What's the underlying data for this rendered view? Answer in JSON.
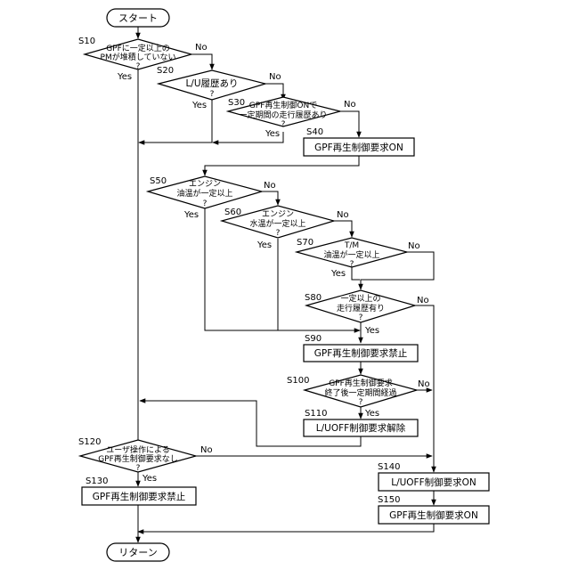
{
  "start": "スタート",
  "end": "リターン",
  "yes": "Yes",
  "no": "No",
  "s10": {
    "id": "S10",
    "line1": "GPFに一定以上の",
    "line2": "PMが堆積していない",
    "q": "?"
  },
  "s20": {
    "id": "S20",
    "line1": "L/U履歴あり",
    "q": "?"
  },
  "s30": {
    "id": "S30",
    "line1": "GPF再生制御ONで",
    "line2": "一定期間の走行履歴あり",
    "q": "?"
  },
  "s40": {
    "id": "S40",
    "text": "GPF再生制御要求ON"
  },
  "s50": {
    "id": "S50",
    "line1": "エンジン",
    "line2": "油温が一定以上",
    "q": "?"
  },
  "s60": {
    "id": "S60",
    "line1": "エンジン",
    "line2": "水温が一定以上",
    "q": "?"
  },
  "s70": {
    "id": "S70",
    "line1": "T/M",
    "line2": "油温が一定以上",
    "q": "?"
  },
  "s80": {
    "id": "S80",
    "line1": "一定以上の",
    "line2": "走行履歴有り",
    "q": "?"
  },
  "s90": {
    "id": "S90",
    "text": "GPF再生制御要求禁止"
  },
  "s100": {
    "id": "S100",
    "line1": "GPF再生制御要求",
    "line2": "終了後一定期間経過",
    "q": "?"
  },
  "s110": {
    "id": "S110",
    "text": "L/UOFF制御要求解除"
  },
  "s120": {
    "id": "S120",
    "line1": "ユーザ操作による",
    "line2": "GPF再生制御要求なし",
    "q": "?"
  },
  "s130": {
    "id": "S130",
    "text": "GPF再生制御要求禁止"
  },
  "s140": {
    "id": "S140",
    "text": "L/UOFF制御要求ON"
  },
  "s150": {
    "id": "S150",
    "text": "GPF再生制御要求ON"
  }
}
